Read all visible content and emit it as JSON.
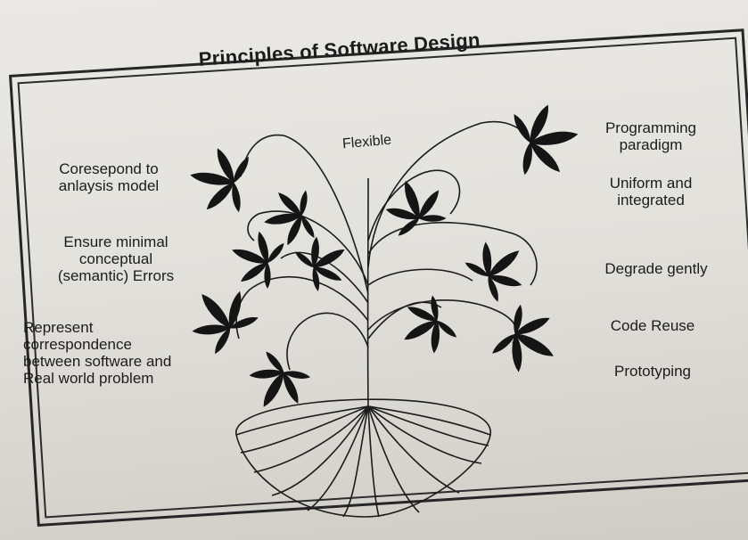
{
  "title": "Principles of Software Design",
  "labels": {
    "flexible": "Flexible",
    "correspond": [
      "Coresepond to",
      "anlaysis model"
    ],
    "ensure": [
      "Ensure minimal",
      "conceptual",
      "(semantic) Errors"
    ],
    "represent": [
      "Represent",
      "correspondence",
      "between software and",
      "Real world problem"
    ],
    "programming": [
      "Programming",
      "paradigm"
    ],
    "uniform": [
      "Uniform and",
      "integrated"
    ],
    "degrade": "Degrade gently",
    "code_reuse": "Code Reuse",
    "prototyping": "Prototyping"
  },
  "colors": {
    "ink": "#1c1c1c",
    "paper": "#e6e4df"
  }
}
